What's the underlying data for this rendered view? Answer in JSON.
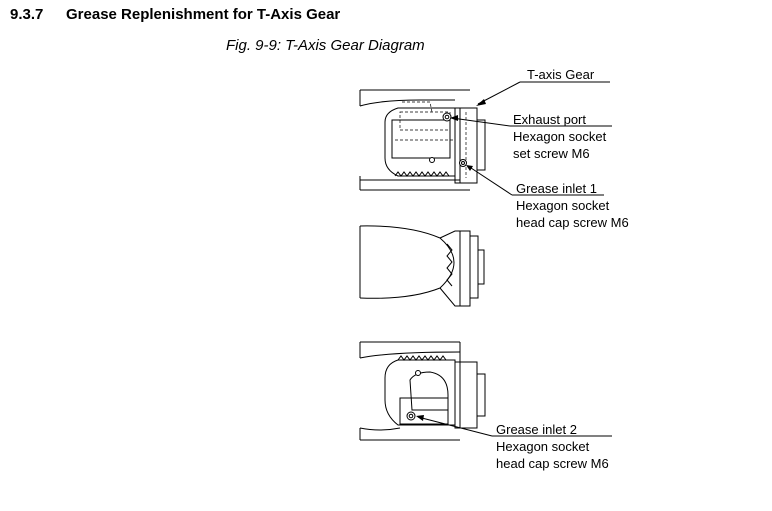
{
  "heading": {
    "number": "9.3.7",
    "title": "Grease Replenishment for T-Axis Gear"
  },
  "figure": {
    "caption": "Fig. 9-9: T-Axis Gear Diagram"
  },
  "callouts": {
    "t_axis_gear": "T-axis Gear",
    "exhaust_port": {
      "line1": "Exhaust port",
      "line2": "Hexagon socket",
      "line3": "set screw M6"
    },
    "grease_inlet_1": {
      "line1": "Grease inlet 1",
      "line2": "Hexagon socket",
      "line3": "head cap screw M6"
    },
    "grease_inlet_2": {
      "line1": "Grease inlet 2",
      "line2": "Hexagon socket",
      "line3": "head cap screw M6"
    }
  }
}
